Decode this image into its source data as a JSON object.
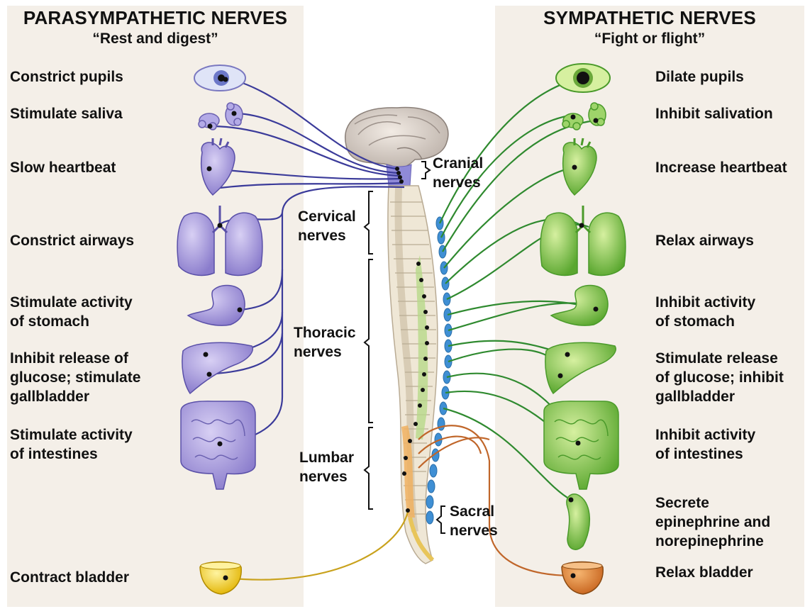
{
  "parasympathetic": {
    "title": "PARASYMPATHETIC NERVES",
    "subtitle": "“Rest and digest”",
    "effects": [
      "Constrict pupils",
      "Stimulate saliva",
      "Slow heartbeat",
      "Constrict airways",
      "Stimulate activity\nof stomach",
      "Inhibit release of\nglucose; stimulate\ngallbladder",
      "Stimulate activity\nof intestines",
      "Contract bladder"
    ]
  },
  "sympathetic": {
    "title": "SYMPATHETIC NERVES",
    "subtitle": "“Fight or flight”",
    "effects": [
      "Dilate pupils",
      "Inhibit salivation",
      "Increase heartbeat",
      "Relax airways",
      "Inhibit activity\nof stomach",
      "Stimulate release\nof glucose; inhibit\ngallbladder",
      "Inhibit activity\nof intestines",
      "Secrete\nepinephrine and\nnorepinephrine",
      "Relax bladder"
    ]
  },
  "spinal_regions": {
    "cranial": "Cranial\nnerves",
    "cervical": "Cervical\nnerves",
    "thoracic": "Thoracic\nnerves",
    "lumbar": "Lumbar\nnerves",
    "sacral": "Sacral\nnerves"
  },
  "colors": {
    "parasympathetic": "#3b3b9a",
    "parasympathetic_organ": "#9a8fd6",
    "sympathetic": "#2f8a2f",
    "sympathetic_organ": "#7cc24a",
    "sacral_sympathetic": "#c0662a",
    "bladder_parasympathetic": "#c9a21d",
    "chain_ganglia": "#3f8fd4",
    "panel": "#f4efe8"
  },
  "organ_icons": {
    "left": [
      "eye-icon",
      "salivary-gland-icon",
      "heart-icon",
      "lungs-icon",
      "stomach-icon",
      "liver-icon",
      "intestines-icon",
      "bladder-icon"
    ],
    "right": [
      "eye-icon",
      "salivary-gland-icon",
      "heart-icon",
      "lungs-icon",
      "stomach-icon",
      "liver-icon",
      "intestines-icon",
      "adrenal-gland-icon",
      "bladder-icon"
    ]
  }
}
